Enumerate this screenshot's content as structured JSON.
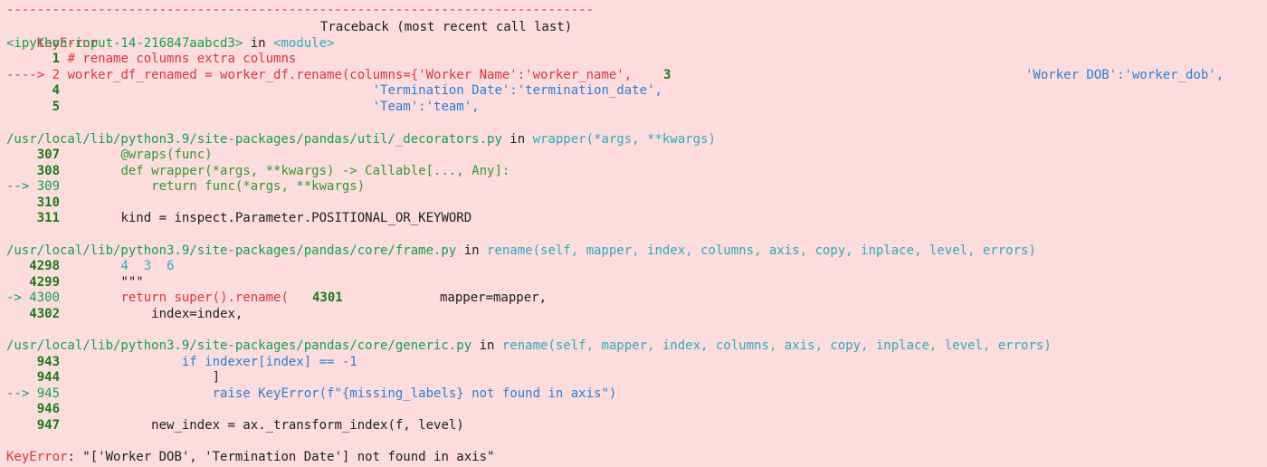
{
  "sep": "-----------------------------------------------------------------------------",
  "head": {
    "err": "KeyError",
    "title": "Traceback (most recent call last)",
    "file": "<ipython-input-14-216847aabcd3>",
    "in": " in ",
    "func": "<module>"
  },
  "f0": {
    "n1": "      1",
    "c1": " # rename columns extra columns",
    "arrow": "----> 2",
    "l2a": " worker_df_renamed = worker_df.rename(columns={'Worker Name':'worker_name',",
    "n3": "3",
    "l3": "'Worker DOB':'worker_dob',",
    "n4": "      4",
    "l4": "                                         'Termination Date':'termination_date',",
    "n5": "      5",
    "l5": "                                         'Team':'team',"
  },
  "f1": {
    "path": "/usr/local/lib/python3.9/site-packages/pandas/util/_decorators.py",
    "in": " in ",
    "sig": "wrapper(*args, **kwargs)",
    "n307": "    307",
    "l307": "        @wraps(func)",
    "n308": "    308",
    "l308": "        def wrapper(*args, **kwargs) -> Callable[..., Any]:",
    "a309": "--> 309",
    "l309": "            return func(*args, **kwargs)",
    "n310": "    310",
    "n311": "    311",
    "l311": "        kind = inspect.Parameter.POSITIONAL_OR_KEYWORD"
  },
  "f2": {
    "path": "/usr/local/lib/python3.9/site-packages/pandas/core/frame.py",
    "in": " in ",
    "sig": "rename(self, mapper, index, columns, axis, copy, inplace, level, errors)",
    "n4298": "   4298",
    "l4298": "        4  3  6",
    "n4299": "   4299",
    "l4299": "        \"\"\"",
    "a4300": "-> 4300",
    "l4300": "        return super().rename(",
    "n4301": "4301",
    "l4301": "mapper=mapper,",
    "n4302": "   4302",
    "l4302": "            index=index,"
  },
  "f3": {
    "path": "/usr/local/lib/python3.9/site-packages/pandas/core/generic.py",
    "in": " in ",
    "sig": "rename(self, mapper, index, columns, axis, copy, inplace, level, errors)",
    "n943": "    943",
    "l943": "                if indexer[index] == -1",
    "n944": "    944",
    "l944": "                    ]",
    "a945": "--> 945",
    "l945": "                    raise KeyError(f\"{missing_labels} not found in axis\")",
    "n946": "    946",
    "n947": "    947",
    "l947": "            new_index = ax._transform_index(f, level)"
  },
  "final": {
    "err": "KeyError",
    "msg": ": \"['Worker DOB', 'Termination Date'] not found in axis\""
  }
}
